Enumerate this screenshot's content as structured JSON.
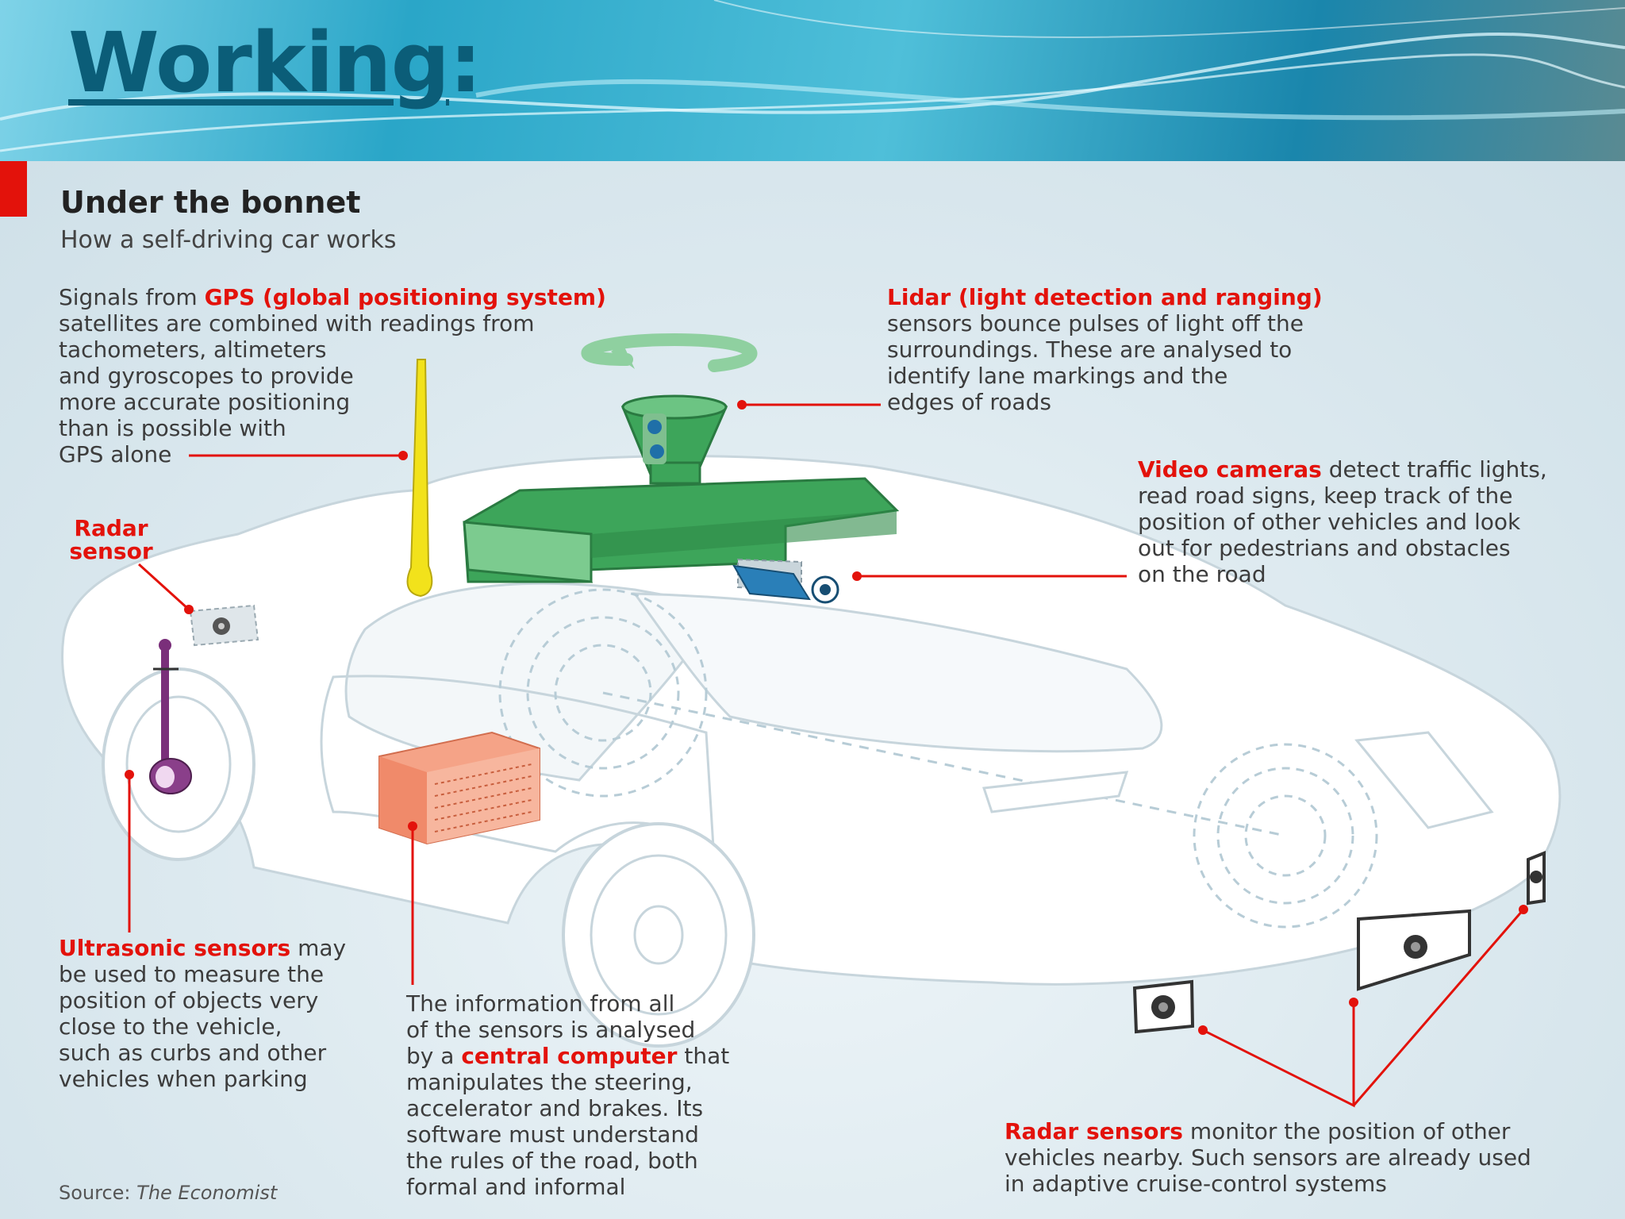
{
  "slide": {
    "title": "Working",
    "title_suffix": ":"
  },
  "graphic": {
    "title": "Under the bonnet",
    "subtitle": "How a self-driving car works",
    "source_label": "Source:",
    "source_name": "The Economist"
  },
  "annotations": {
    "gps": {
      "lead": "Signals from",
      "highlight": "GPS (global positioning system)",
      "lines": [
        "satellites are combined with readings from",
        "tachometers, altimeters",
        "and gyroscopes to provide",
        "more accurate positioning",
        "than is possible with",
        "GPS alone"
      ]
    },
    "lidar": {
      "highlight": "Lidar (light detection and ranging)",
      "lines": [
        "sensors bounce pulses of light off  the",
        "surroundings. These are analysed to",
        "identify lane markings and the",
        "edges of roads"
      ]
    },
    "video": {
      "highlight": "Video cameras",
      "rest_first": "detect traffic lights,",
      "lines": [
        "read road signs, keep track of the",
        "position of other vehicles and look",
        "out for pedestrians and obstacles",
        "on the road"
      ]
    },
    "radar_front": {
      "line1": "Radar",
      "line2": "sensor"
    },
    "ultrasonic": {
      "highlight": "Ultrasonic sensors",
      "rest_first": "may",
      "lines": [
        "be used to measure the",
        "position of objects very",
        "close to the vehicle,",
        "such as curbs and other",
        "vehicles when parking"
      ]
    },
    "computer": {
      "lines_before": [
        "The information from all",
        "of the sensors is analysed"
      ],
      "pre": "by a",
      "highlight": "central computer",
      "post": "that",
      "lines_after": [
        "manipulates the steering,",
        "accelerator and brakes. Its",
        "software must understand",
        "the rules of the road, both",
        "formal and informal"
      ]
    },
    "radar_rear": {
      "highlight": "Radar sensors",
      "rest_first": "monitor the position of other",
      "lines": [
        "vehicles nearby. Such sensors are already used",
        "in adaptive cruise-control systems"
      ]
    }
  },
  "colors": {
    "accent_red": "#e3120b",
    "lidar_green": "#2e9e4f",
    "antenna_yellow": "#f2e21b",
    "ultrasonic_purple": "#7a2f7a",
    "computer_orange": "#f38b6b",
    "camera_blue": "#1f6fa8",
    "title_teal": "#0b5d78"
  }
}
